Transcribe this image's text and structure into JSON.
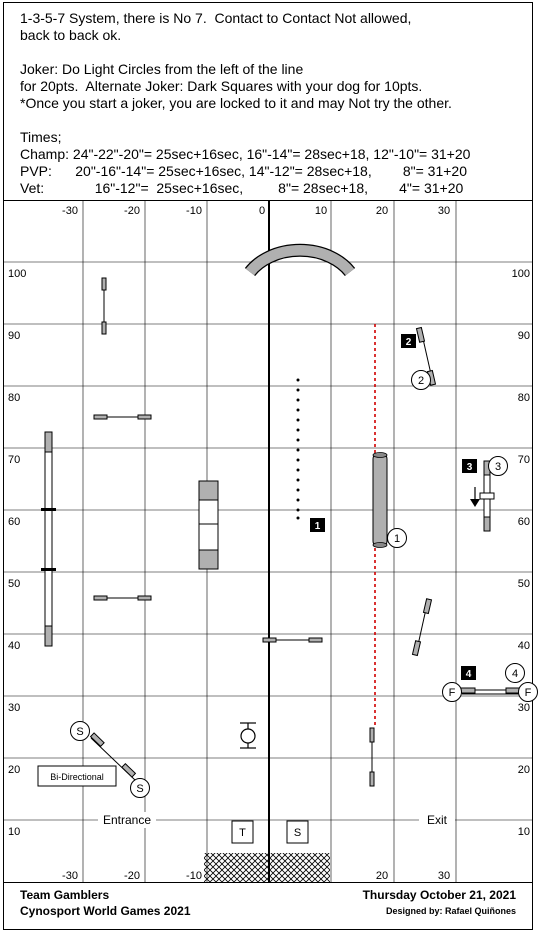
{
  "header_lines": [
    "1-3-5-7 System, there is No 7.  Contact to Contact Not allowed,",
    "back to back ok.",
    "",
    "Joker: Do Light Circles from the left of the line",
    "for 20pts.  Alternate Joker: Dark Squares with your dog for 10pts.",
    "*Once you start a joker, you are locked to it and may Not try the other.",
    "",
    "Times;",
    "Champ: 24\"-22\"-20\"= 25sec+16sec, 16\"-14\"= 28sec+18, 12\"-10\"= 31+20",
    "PVP:      20\"-16\"-14\"= 25sec+16sec, 14\"-12\"= 28sec+18,        8\"= 31+20",
    "Vet:             16\"-12\"=  25sec+16sec,         8\"= 28sec+18,        4\"= 31+20"
  ],
  "grid": {
    "x_labels": [
      "-30",
      "-20",
      "-10",
      "0",
      "10",
      "20",
      "30"
    ],
    "y_labels": [
      "100",
      "90",
      "80",
      "70",
      "60",
      "50",
      "40",
      "30",
      "20",
      "10"
    ]
  },
  "markers": {
    "dark_squares": [
      "1",
      "2",
      "3",
      "4"
    ],
    "circles": [
      "1",
      "2",
      "3",
      "4"
    ],
    "start": "S",
    "finish": "F",
    "table": "T",
    "start_box": "S"
  },
  "labels": {
    "bi_directional": "Bi-Directional",
    "entrance": "Entrance",
    "exit": "Exit"
  },
  "footer": {
    "team": "Team Gamblers",
    "event": "Cynosport World Games 2021",
    "date": "Thursday October 21, 2021",
    "designer": "Designed by: Rafael Quiñones"
  },
  "colors": {
    "grid": "#000000",
    "obstacle_fill": "#b0b0b0",
    "joker_line": "#d00000",
    "dark_square": "#000000"
  }
}
